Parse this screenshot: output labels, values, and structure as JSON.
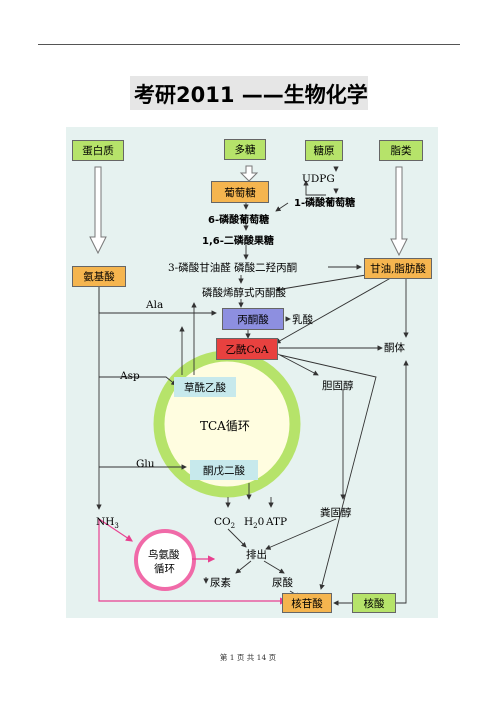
{
  "page": {
    "title": "考研2011 ——生物化学",
    "footer": "第 1 页 共 14 页"
  },
  "diagram": {
    "protein": "蛋白质",
    "polysaccharide": "多糖",
    "glycogen": "糖原",
    "lipid": "脂类",
    "glucose": "葡萄糖",
    "udpg": "UDPG",
    "g1p": "1-磷酸葡萄糖",
    "g6p": "6-磷酸葡萄糖",
    "f16bp": "1,6-二磷酸果糖",
    "triose": "3-磷酸甘油醛 磷酸二羟丙酮",
    "glycerol_fa": "甘油,脂肪酸",
    "amino_acid": "氨基酸",
    "pep": "磷酸烯醇式丙酮酸",
    "ala": "Ala",
    "pyruvate": "丙酮酸",
    "lactate": "乳酸",
    "acetyl_coa": "乙酰CoA",
    "ketone": "酮体",
    "asp": "Asp",
    "oxaloacetate": "草酰乙酸",
    "cholesterol": "胆固醇",
    "tca": "TCA循环",
    "glu": "Glu",
    "akg": "酮戊二酸",
    "nh3_base": "NH",
    "nh3_sub": "3",
    "co2_base": "CO",
    "co2_sub": "2",
    "h2o_base": "H",
    "h2o_sub": "2",
    "h2o_tail": "0",
    "atp": "ATP",
    "coprosterol": "粪固醇",
    "urea_cycle_1": "鸟氨酸",
    "urea_cycle_2": "循环",
    "excretion": "排出",
    "urea": "尿素",
    "uric_acid": "尿酸",
    "nucleotide": "核苷酸",
    "nucleic_acid": "核酸"
  },
  "colors": {
    "green_box": "#b6e36a",
    "orange_box": "#f5b54f",
    "pyruvate_box": "#8d8fe0",
    "acetylcoa_box": "#e8413f",
    "tca_ring": "#b6e36a",
    "urea_ring": "#f06aa8"
  }
}
